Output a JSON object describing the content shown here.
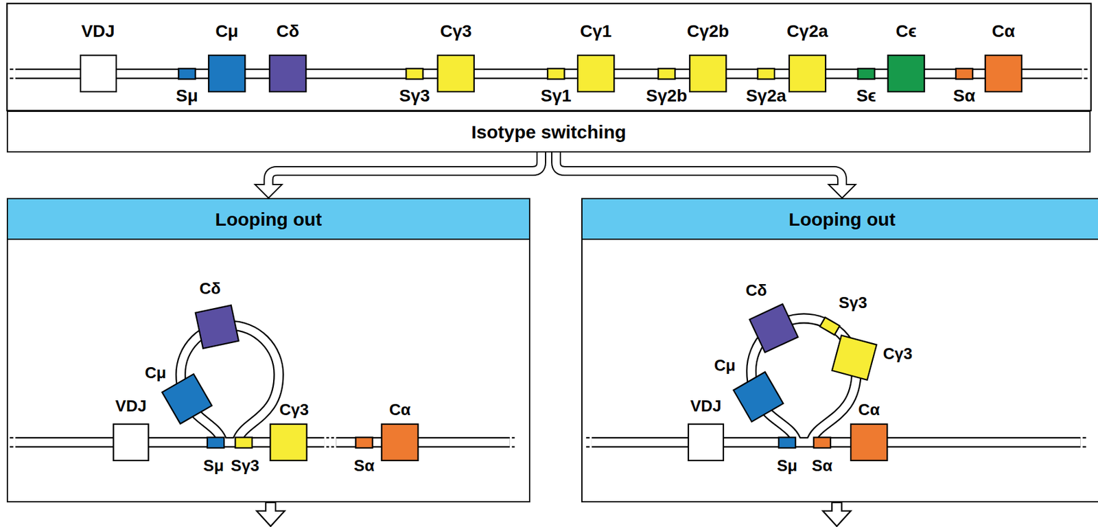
{
  "diagram": {
    "nodes": [
      {
        "text": [
          "Isotype switching"
        ]
      },
      {
        "text": [
          "Looping out"
        ]
      },
      {
        "text": [
          "Looping out"
        ]
      }
    ],
    "edges": [
      {
        "from": 0,
        "to": 1,
        "arrow": "to"
      },
      {
        "from": 0,
        "to": 2,
        "arrow": "to"
      }
    ],
    "labels": [
      "VDJ",
      "Cμ",
      "Cδ",
      "Cγ3",
      "Cγ1",
      "Cγ2b",
      "Cγ2a",
      "Cϵ",
      "Cα",
      "Sμ",
      "Sγ3",
      "Sγ1",
      "Sγ2b",
      "Sγ2a",
      "Sϵ",
      "Sα",
      "Cδ",
      "Cμ",
      "VDJ",
      "Cγ3",
      "Cα",
      "Sμ",
      "Sγ3",
      "Sα",
      "Cδ",
      "Sγ3",
      "Cμ",
      "Cγ3",
      "Cα",
      "VDJ",
      "Sμ",
      "Sα"
    ]
  }
}
